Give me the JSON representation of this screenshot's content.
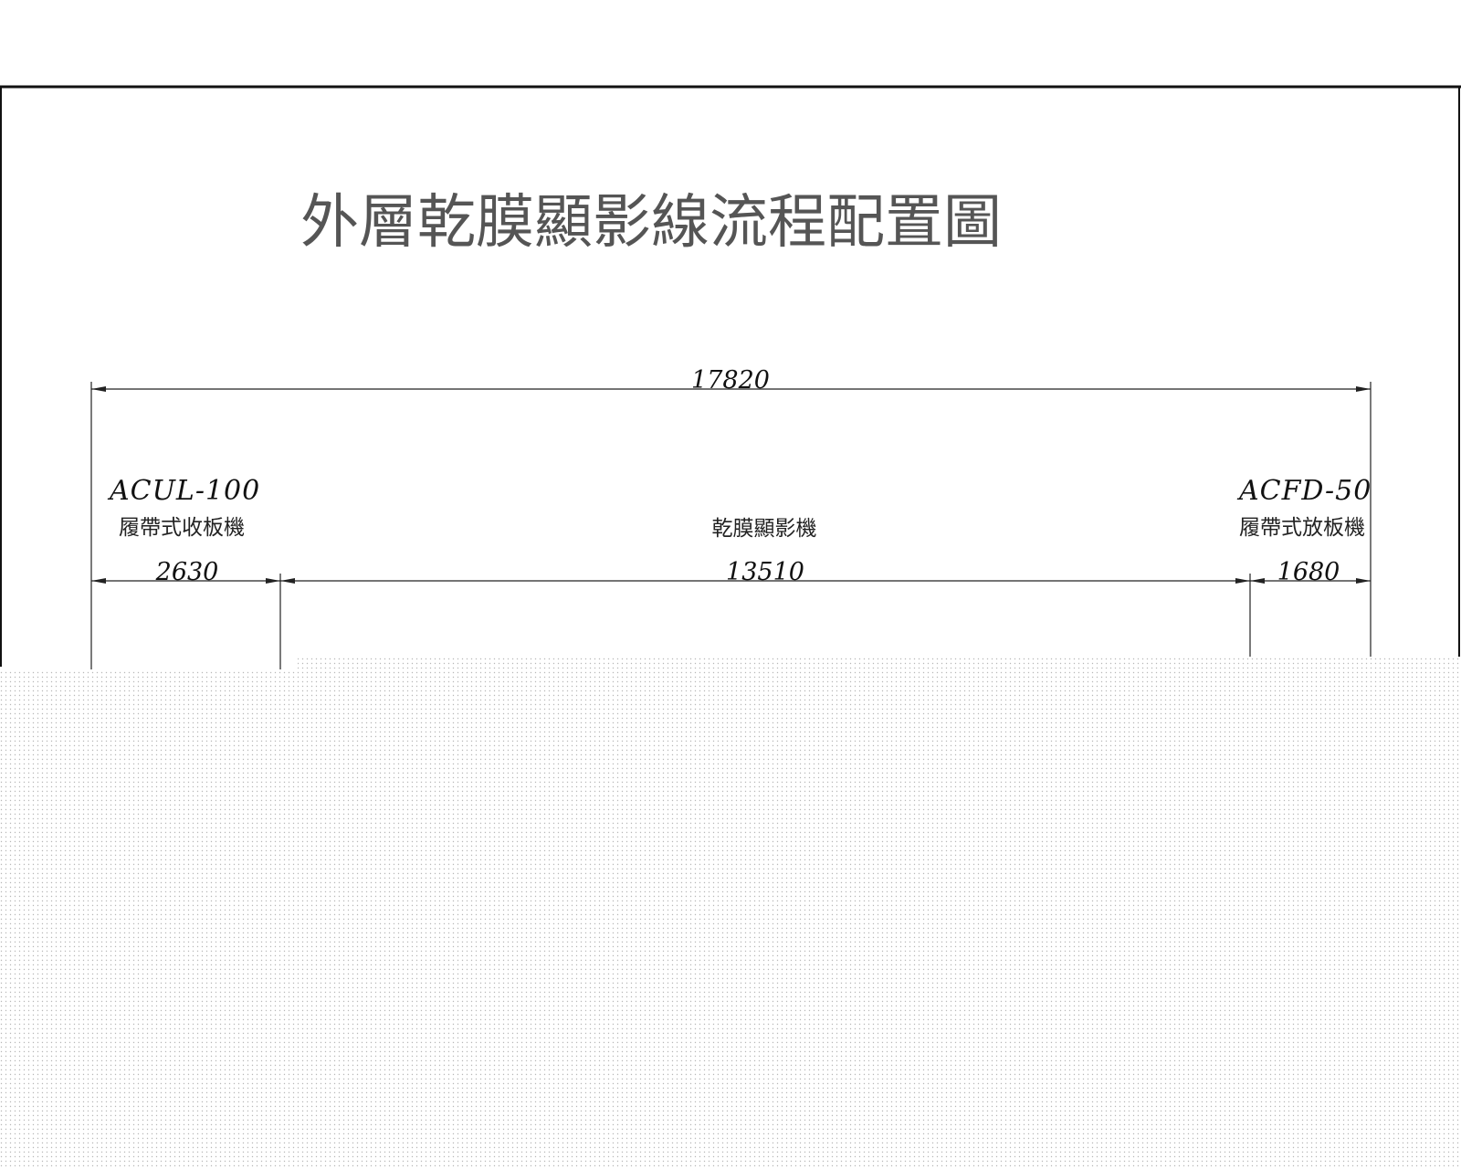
{
  "title": "外層乾膜顯影線流程配置圖",
  "overall_dimension": "17820",
  "machines": [
    {
      "model": "ACUL-100",
      "description": "履帶式收板機",
      "dimension": "2630"
    },
    {
      "model": "",
      "description": "乾膜顯影機",
      "dimension": "13510"
    },
    {
      "model": "ACFD-50",
      "description": "履帶式放板機",
      "dimension": "1680"
    }
  ],
  "colors": {
    "line": "#222222",
    "background": "#ffffff",
    "dot_pattern": "#b8b8b8"
  }
}
